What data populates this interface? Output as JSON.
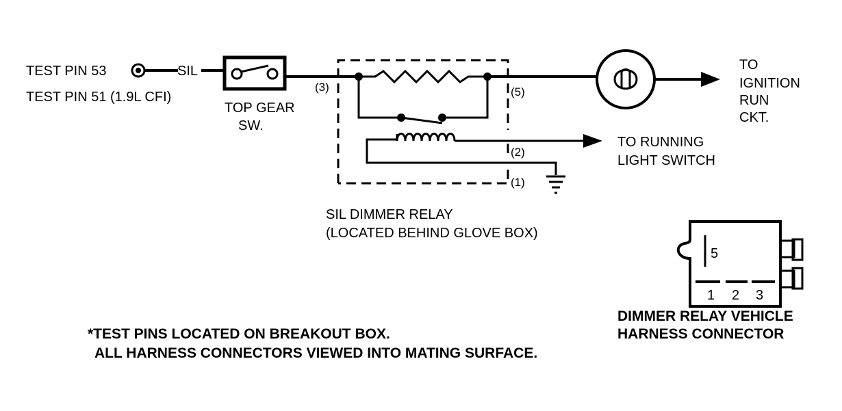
{
  "labels": {
    "test_pin_53": "TEST PIN 53",
    "sil_wire": "SIL",
    "test_pin_51": "TEST PIN 51 (1.9L CFI)",
    "top_gear_line1": "TOP GEAR",
    "top_gear_line2": "SW.",
    "pin_3": "(3)",
    "pin_5": "(5)",
    "pin_2": "(2)",
    "pin_1": "(1)",
    "ignition_line1": "TO",
    "ignition_line2": "IGNITION",
    "ignition_line3": "RUN",
    "ignition_line4": "CKT.",
    "running_line1": "TO RUNNING",
    "running_line2": "LIGHT SWITCH",
    "relay_line1": "SIL DIMMER RELAY",
    "relay_line2": "(LOCATED BEHIND GLOVE BOX)",
    "connector_pin_5": "5",
    "connector_pin_1": "1",
    "connector_pin_2": "2",
    "connector_pin_3": "3",
    "connector_line1": "DIMMER RELAY VEHICLE",
    "connector_line2": "HARNESS CONNECTOR",
    "note_line1": "*TEST PINS LOCATED ON BREAKOUT BOX.",
    "note_line2": "ALL HARNESS CONNECTORS VIEWED INTO MATING SURFACE."
  }
}
